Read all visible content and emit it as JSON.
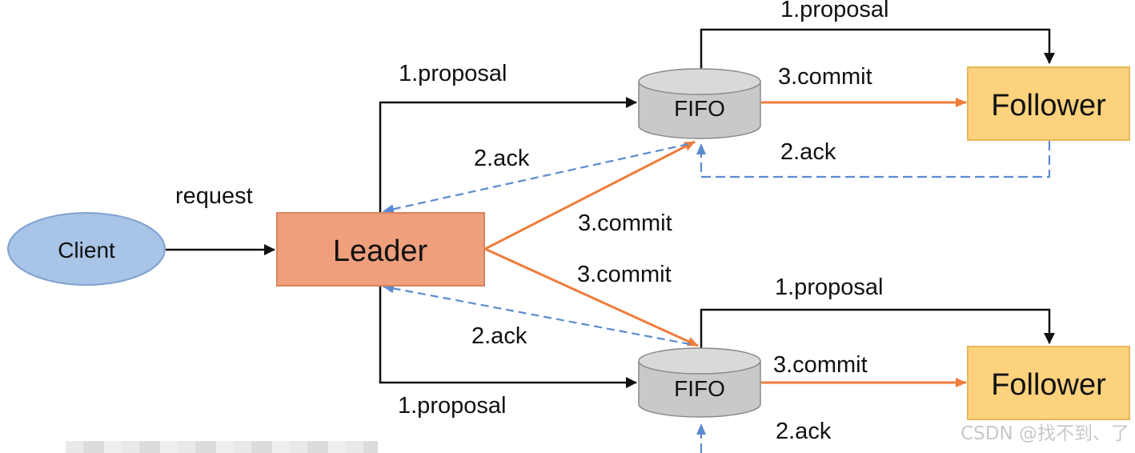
{
  "colors": {
    "leader_fill": "#ef9f7c",
    "leader_stroke": "#d9845f",
    "follower_fill": "#fdd27d",
    "follower_stroke": "#e9b75a",
    "client_fill": "#a8c4e6",
    "client_stroke": "#7fa2cf",
    "fifo_fill": "#c9c9c9",
    "fifo_stroke": "#8a8a8a",
    "proposal_arrow": "#111111",
    "commit_arrow": "#ef7d3c",
    "ack_arrow": "#5b8bd0"
  },
  "nodes": {
    "client": "Client",
    "leader": "Leader",
    "fifo_top": "FIFO",
    "fifo_bottom": "FIFO",
    "follower_top": "Follower",
    "follower_bottom": "Follower"
  },
  "edges": {
    "request": "request",
    "proposal_leader_top": "1.proposal",
    "ack_leader_top": "2.ack",
    "commit_leader_top": "3.commit",
    "commit_leader_bottom": "3.commit",
    "ack_leader_bottom": "2.ack",
    "proposal_leader_bottom": "1.proposal",
    "proposal_fifo_follower_top": "1.proposal",
    "commit_fifo_follower_top": "3.commit",
    "ack_follower_fifo_top": "2.ack",
    "proposal_fifo_follower_bottom": "1.proposal",
    "commit_fifo_follower_bottom": "3.commit",
    "ack_follower_fifo_bottom": "2.ack"
  },
  "watermark": "CSDN @找不到、了"
}
